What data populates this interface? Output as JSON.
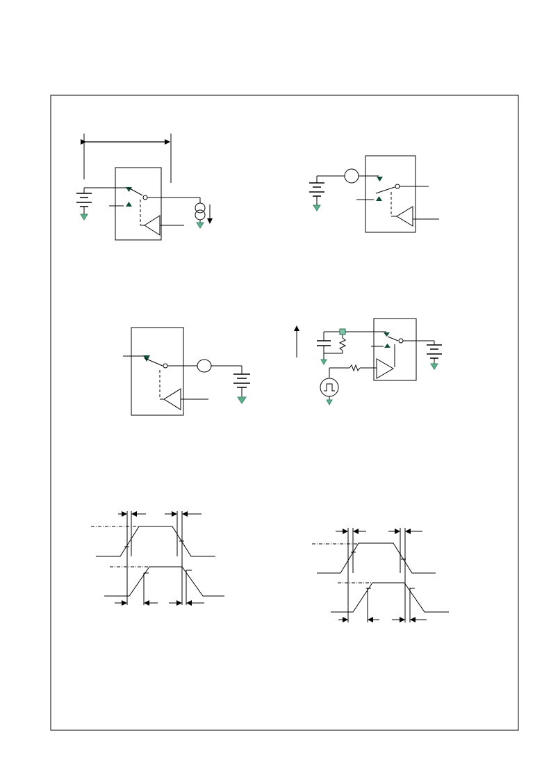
{
  "page": {
    "background": "#ffffff",
    "frame_color": "#000000",
    "ground_symbol_color": "#5fb08e",
    "node_marker_color": "#7ec6a6",
    "arrowhead_color": "#0f4d3a"
  },
  "figures": [
    {
      "name": "on-resistance-test-circuit",
      "components": [
        "battery",
        "ground-icon",
        "switch",
        "driver-buffer",
        "current-source",
        "current-arrow",
        "dimension-arrow"
      ]
    },
    {
      "name": "off-leakage-test-circuit",
      "components": [
        "battery",
        "ground-icon",
        "ammeter-circle",
        "switch",
        "driver-buffer"
      ]
    },
    {
      "name": "on-leakage-test-circuit",
      "components": [
        "switch",
        "driver-buffer",
        "ammeter-circle",
        "battery",
        "ground-icon"
      ]
    },
    {
      "name": "charge-injection-test-circuit",
      "components": [
        "capacitor",
        "resistor",
        "battery",
        "pulse-source",
        "switch",
        "driver-buffer",
        "node-marker",
        "up-arrow"
      ]
    },
    {
      "name": "timing-waveform-left",
      "components": [
        "input-waveform",
        "output-waveform",
        "timing-markers"
      ]
    },
    {
      "name": "timing-waveform-right",
      "components": [
        "input-waveform",
        "output-waveform",
        "timing-markers"
      ]
    }
  ]
}
